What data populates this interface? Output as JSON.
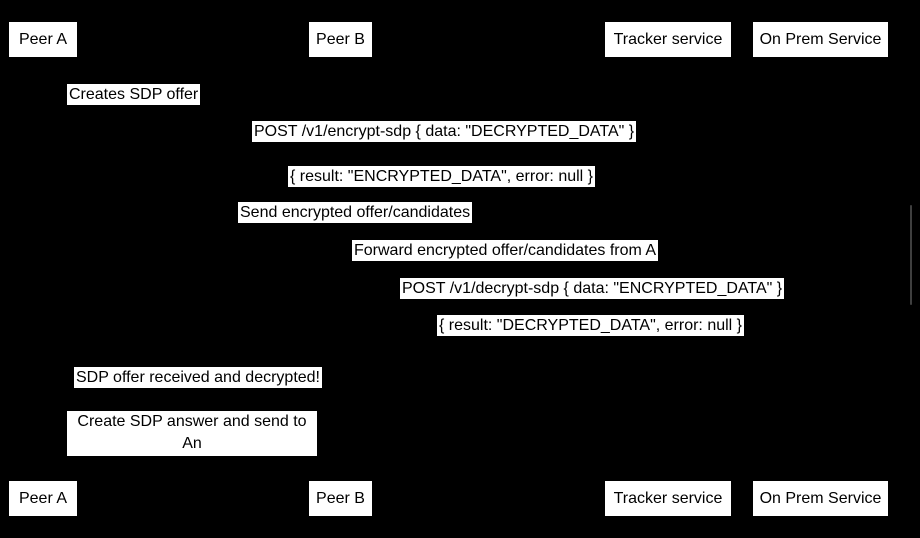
{
  "canvas": {
    "background_color": "#000000",
    "box_background_color": "#ffffff",
    "box_text_color": "#000000"
  },
  "diagram_type": "sequence-diagram",
  "participants": [
    {
      "name": "Peer A"
    },
    {
      "name": "Peer B"
    },
    {
      "name": "Tracker service"
    },
    {
      "name": "On Prem Service"
    }
  ],
  "messages": [
    {
      "text": "Creates SDP offer"
    },
    {
      "text": "POST /v1/encrypt-sdp { data: \"DECRYPTED_DATA\" }"
    },
    {
      "text": "{ result: \"ENCRYPTED_DATA\", error: null }"
    },
    {
      "text": "Send encrypted offer/candidates"
    },
    {
      "text": "Forward encrypted offer/candidates from A"
    },
    {
      "text": "POST /v1/decrypt-sdp { data: \"ENCRYPTED_DATA\" }"
    },
    {
      "text": "{ result: \"DECRYPTED_DATA\", error: null }"
    },
    {
      "text": "SDP offer received and decrypted!"
    }
  ],
  "note": {
    "text": "Create SDP answer and send to An\nusing the same mechanism"
  }
}
